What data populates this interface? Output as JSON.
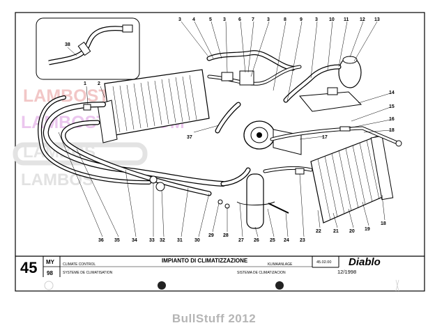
{
  "watermarks": {
    "line1": "LAMBOSTUFF.COM",
    "line2": "LAMBOSTUFF.COM",
    "line3": "LAMBOS",
    "line4": "LAMBOS"
  },
  "callouts": {
    "c1": "1",
    "c2": "2",
    "c3a": "3",
    "c3b": "3",
    "c3c": "3",
    "c3d": "3",
    "c4": "4",
    "c5": "5",
    "c6": "6",
    "c7": "7",
    "c8": "8",
    "c9": "9",
    "c10": "10",
    "c11": "11",
    "c12": "12",
    "c13": "13",
    "c14": "14",
    "c15": "15",
    "c16": "16",
    "c17": "17",
    "c18a": "18",
    "c18b": "18",
    "c19": "19",
    "c20": "20",
    "c21": "21",
    "c22": "22",
    "c23": "23",
    "c24": "24",
    "c25": "25",
    "c26": "26",
    "c27": "27",
    "c28": "28",
    "c29": "29",
    "c30": "30",
    "c31": "31",
    "c32": "32",
    "c33": "33",
    "c34": "34",
    "c35": "35",
    "c36": "36",
    "c37": "37",
    "c38": "38"
  },
  "title_block": {
    "section_number": "45",
    "my_label": "MY",
    "my_value": "98",
    "title_it": "IMPIANTO DI CLIMATIZZAZIONE",
    "title_en": "CLIMATE CONTROL",
    "title_fr": "SYSTEME DE CLIMATISATION",
    "title_de": "KLIMAANLAGE",
    "title_es": "SISTEMA DE CLIMATIZACION",
    "table_code": "45.02.00",
    "brand": "Diablo",
    "date": "12/1998"
  },
  "footer_credit": "BullStuff 2012"
}
